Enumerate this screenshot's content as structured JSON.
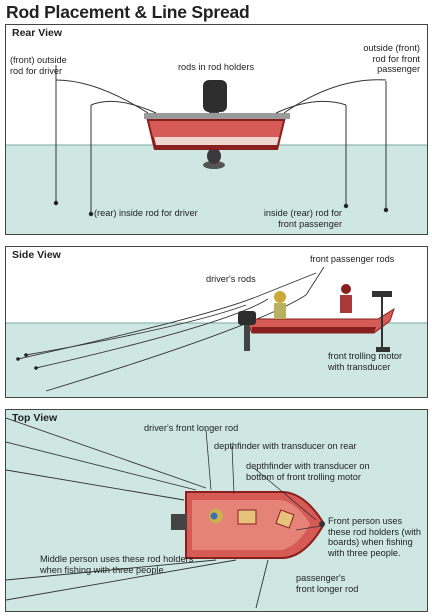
{
  "title": "Rod Placement & Line Spread",
  "colors": {
    "water": "#cfe7e3",
    "hull": "#d65a55",
    "hull_dark": "#8a1f1f",
    "line": "#333333"
  },
  "rear": {
    "title": "Rear View",
    "front_outside_driver": "(front) outside\nrod for driver",
    "rods_in_holders": "rods in rod holders",
    "outside_front_passenger": "outside (front)\nrod for front\npassenger",
    "rear_inside_driver": "(rear) inside rod for driver",
    "inside_rear_passenger": "inside (rear) rod for\nfront passenger"
  },
  "side": {
    "title": "Side View",
    "drivers_rods": "driver's rods",
    "front_passenger_rods": "front passenger rods",
    "front_trolling_motor": "front trolling motor\nwith transducer"
  },
  "top": {
    "title": "Top View",
    "drivers_front_longer_rod": "driver's front longer rod",
    "depthfinder_rear": "depthfinder with transducer on rear",
    "depthfinder_bottom": "depthfinder with transducer on\nbottom of front trolling motor",
    "front_person": "Front person uses\nthese rod holders (with\nboards) when fishing\nwith three people.",
    "middle_person": "Middle person uses these rod holders\nwhen fishing with three people.",
    "passengers_front_longer_rod": "passenger's\nfront longer rod"
  }
}
